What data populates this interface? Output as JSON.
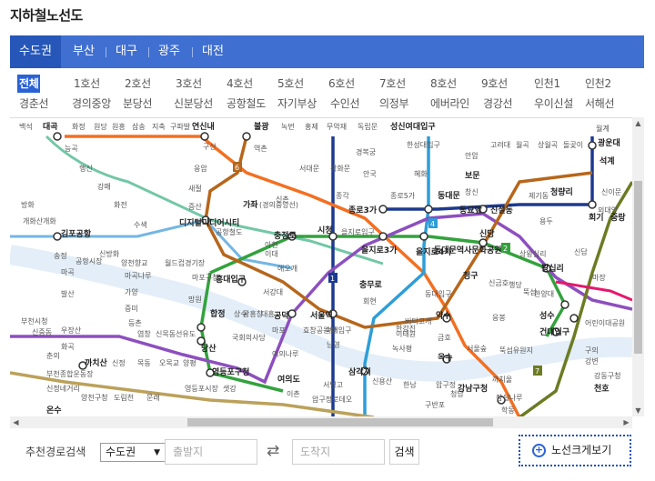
{
  "page_title": "지하철노선도",
  "regions": [
    "수도권",
    "부산",
    "대구",
    "광주",
    "대전"
  ],
  "active_region": "수도권",
  "lines_row1": [
    "전체",
    "1호선",
    "2호선",
    "3호선",
    "4호선",
    "5호선",
    "6호선",
    "7호선",
    "8호선",
    "9호선",
    "인천1",
    "인천2"
  ],
  "lines_row2": [
    "경춘선",
    "경의중앙",
    "분당선",
    "신분당선",
    "공항철도",
    "자기부상",
    "수인선",
    "의정부",
    "에버라인",
    "경강선",
    "우이신설",
    "서해선"
  ],
  "active_line": "전체",
  "colors": {
    "line1": "#1d3a8f",
    "line2": "#33a23d",
    "line3": "#f36f21",
    "line4": "#2d9ed8",
    "line5": "#8d4fbf",
    "line6": "#b6661b",
    "line7": "#6c7b23",
    "line8": "#e6186c",
    "line9": "#bba15a",
    "gyeongui": "#72c7a6",
    "airport": "#73b6e4",
    "suin": "#f5a200",
    "region_bar": "#3f6fd0",
    "active_tab": "#2657b8"
  },
  "map": {
    "station_labels": [
      {
        "text": "백석",
        "bold": false
      },
      {
        "text": "대곡",
        "bold": true
      },
      {
        "text": "화정",
        "bold": false
      },
      {
        "text": "원당",
        "bold": false
      },
      {
        "text": "원흥",
        "bold": false
      },
      {
        "text": "삼송",
        "bold": false
      },
      {
        "text": "지축",
        "bold": false
      },
      {
        "text": "구파발",
        "bold": false
      },
      {
        "text": "연신내",
        "bold": true
      },
      {
        "text": "불광",
        "bold": true
      },
      {
        "text": "녹번",
        "bold": false
      },
      {
        "text": "홍제",
        "bold": false
      },
      {
        "text": "무악재",
        "bold": false
      },
      {
        "text": "독립문",
        "bold": false
      },
      {
        "text": "성신여대입구",
        "bold": true
      },
      {
        "text": "월계",
        "bold": false
      },
      {
        "text": "능곡",
        "bold": false
      },
      {
        "text": "구산",
        "bold": false
      },
      {
        "text": "역촌",
        "bold": false
      },
      {
        "text": "경복궁",
        "bold": false
      },
      {
        "text": "한성대입구",
        "bold": false
      },
      {
        "text": "안암",
        "bold": false
      },
      {
        "text": "고려대",
        "bold": false
      },
      {
        "text": "월곡",
        "bold": false
      },
      {
        "text": "상월곡",
        "bold": false
      },
      {
        "text": "돌곶이",
        "bold": false
      },
      {
        "text": "광운대",
        "bold": true
      },
      {
        "text": "행신",
        "bold": false
      },
      {
        "text": "응암",
        "bold": false
      },
      {
        "text": "서대문",
        "bold": false
      },
      {
        "text": "광화문",
        "bold": false
      },
      {
        "text": "안국",
        "bold": false
      },
      {
        "text": "혜화",
        "bold": false
      },
      {
        "text": "보문",
        "bold": true
      },
      {
        "text": "석계",
        "bold": true
      },
      {
        "text": "강매",
        "bold": false
      },
      {
        "text": "새절",
        "bold": false
      },
      {
        "text": "신촌",
        "bold": false
      },
      {
        "text": "종각",
        "bold": false
      },
      {
        "text": "종로5가",
        "bold": false
      },
      {
        "text": "창신",
        "bold": false
      },
      {
        "text": "신이문",
        "bold": false
      },
      {
        "text": "화전",
        "bold": false
      },
      {
        "text": "증산",
        "bold": false
      },
      {
        "text": "가좌",
        "bold": true
      },
      {
        "text": "(경의중앙선)",
        "bold": false
      },
      {
        "text": "종로3가",
        "bold": true
      },
      {
        "text": "동대문",
        "bold": true
      },
      {
        "text": "제기동",
        "bold": false
      },
      {
        "text": "청량리",
        "bold": true
      },
      {
        "text": "외대앞",
        "bold": false
      },
      {
        "text": "방화",
        "bold": false
      },
      {
        "text": "수색",
        "bold": false
      },
      {
        "text": "디지털미디어시티",
        "bold": true
      },
      {
        "text": "동묘앞",
        "bold": true
      },
      {
        "text": "신설동",
        "bold": true
      },
      {
        "text": "용두",
        "bold": false
      },
      {
        "text": "회기",
        "bold": true
      },
      {
        "text": "중랑",
        "bold": true
      },
      {
        "text": "개화산",
        "bold": false
      },
      {
        "text": "개화",
        "bold": false
      },
      {
        "text": "김포공항",
        "bold": true
      },
      {
        "text": "공항철도",
        "bold": false
      },
      {
        "text": "충정로",
        "bold": true
      },
      {
        "text": "시청",
        "bold": true
      },
      {
        "text": "을지로입구",
        "bold": false
      },
      {
        "text": "을지로3가",
        "bold": true
      },
      {
        "text": "을지로4가",
        "bold": true
      },
      {
        "text": "동대문역사문화공원",
        "bold": true
      },
      {
        "text": "신당",
        "bold": true
      },
      {
        "text": "상왕십리",
        "bold": false
      },
      {
        "text": "신답",
        "bold": false
      },
      {
        "text": "송정",
        "bold": false
      },
      {
        "text": "공항시장",
        "bold": false
      },
      {
        "text": "신방화",
        "bold": false
      },
      {
        "text": "월드컵경기장",
        "bold": false
      },
      {
        "text": "아현",
        "bold": false
      },
      {
        "text": "이대",
        "bold": false
      },
      {
        "text": "애오개",
        "bold": false
      },
      {
        "text": "청구",
        "bold": true
      },
      {
        "text": "왕십리",
        "bold": true
      },
      {
        "text": "마곡",
        "bold": false
      },
      {
        "text": "마곡나루",
        "bold": false
      },
      {
        "text": "양천향교",
        "bold": false
      },
      {
        "text": "마포구청",
        "bold": false
      },
      {
        "text": "서강대",
        "bold": false
      },
      {
        "text": "충무로",
        "bold": true
      },
      {
        "text": "신금호",
        "bold": false
      },
      {
        "text": "행당",
        "bold": false
      },
      {
        "text": "한양대",
        "bold": false
      },
      {
        "text": "마장",
        "bold": false
      },
      {
        "text": "발산",
        "bold": false
      },
      {
        "text": "가양",
        "bold": false
      },
      {
        "text": "망원",
        "bold": false
      },
      {
        "text": "홍대입구",
        "bold": true
      },
      {
        "text": "동대입구",
        "bold": false
      },
      {
        "text": "뚝섬",
        "bold": false
      },
      {
        "text": "성수",
        "bold": true
      },
      {
        "text": "부천시청",
        "bold": false
      },
      {
        "text": "우장산",
        "bold": false
      },
      {
        "text": "증미",
        "bold": false
      },
      {
        "text": "상수",
        "bold": false
      },
      {
        "text": "광흥창",
        "bold": false
      },
      {
        "text": "대흥",
        "bold": false
      },
      {
        "text": "공덕",
        "bold": true
      },
      {
        "text": "서울역",
        "bold": true
      },
      {
        "text": "회현",
        "bold": false
      },
      {
        "text": "약수",
        "bold": true
      },
      {
        "text": "응봉",
        "bold": false
      },
      {
        "text": "어린이대공원",
        "bold": false
      },
      {
        "text": "신중동",
        "bold": false
      },
      {
        "text": "화곡",
        "bold": false
      },
      {
        "text": "등촌",
        "bold": false
      },
      {
        "text": "합정",
        "bold": true
      },
      {
        "text": "효창공원앞",
        "bold": false
      },
      {
        "text": "숙대입구",
        "bold": false
      },
      {
        "text": "버티고개",
        "bold": false
      },
      {
        "text": "건대입구",
        "bold": true
      },
      {
        "text": "춘의",
        "bold": false
      },
      {
        "text": "염창",
        "bold": false
      },
      {
        "text": "신목동",
        "bold": false
      },
      {
        "text": "선유도",
        "bold": false
      },
      {
        "text": "당산",
        "bold": true
      },
      {
        "text": "국회의사당",
        "bold": false
      },
      {
        "text": "마포",
        "bold": false
      },
      {
        "text": "남영",
        "bold": false
      },
      {
        "text": "한강진",
        "bold": false
      },
      {
        "text": "금호",
        "bold": false
      },
      {
        "text": "구의",
        "bold": false
      },
      {
        "text": "부천종합운동장",
        "bold": false
      },
      {
        "text": "까치산",
        "bold": true
      },
      {
        "text": "신정",
        "bold": false
      },
      {
        "text": "목동",
        "bold": false
      },
      {
        "text": "오목교",
        "bold": false
      },
      {
        "text": "양평",
        "bold": false
      },
      {
        "text": "영등포구청",
        "bold": true
      },
      {
        "text": "여의나루",
        "bold": false
      },
      {
        "text": "삼각지",
        "bold": true
      },
      {
        "text": "녹사평",
        "bold": false
      },
      {
        "text": "이태원",
        "bold": false
      },
      {
        "text": "옥수",
        "bold": true
      },
      {
        "text": "서울숲",
        "bold": false
      },
      {
        "text": "뚝섬유원지",
        "bold": false
      },
      {
        "text": "강변",
        "bold": false
      },
      {
        "text": "여의도",
        "bold": true
      },
      {
        "text": "신용산",
        "bold": false
      },
      {
        "text": "한남",
        "bold": false
      },
      {
        "text": "압구정",
        "bold": false
      },
      {
        "text": "청담",
        "bold": false
      },
      {
        "text": "까치울",
        "bold": false
      },
      {
        "text": "신정네거리",
        "bold": false
      },
      {
        "text": "양천구청",
        "bold": false
      },
      {
        "text": "도림천",
        "bold": false
      },
      {
        "text": "문래",
        "bold": false
      },
      {
        "text": "영등포시장",
        "bold": false
      },
      {
        "text": "샛강",
        "bold": false
      },
      {
        "text": "이촌",
        "bold": false
      },
      {
        "text": "서빙고",
        "bold": false
      },
      {
        "text": "압구정로데오",
        "bold": false
      },
      {
        "text": "강남구청",
        "bold": true
      },
      {
        "text": "잠실나루",
        "bold": false
      },
      {
        "text": "강동구청",
        "bold": false
      },
      {
        "text": "온수",
        "bold": true
      },
      {
        "text": "천호",
        "bold": true
      },
      {
        "text": "구반포",
        "bold": false
      },
      {
        "text": "학동",
        "bold": false
      }
    ],
    "badges": [
      {
        "text": "1"
      },
      {
        "text": "2"
      },
      {
        "text": "4"
      },
      {
        "text": "6"
      },
      {
        "text": "7"
      }
    ]
  },
  "route_search": {
    "label": "추천경로검색",
    "region_value": "수도권",
    "start_placeholder": "출발지",
    "end_placeholder": "도착지",
    "search_label": "검색",
    "big_view_label": "노선크게보기"
  }
}
